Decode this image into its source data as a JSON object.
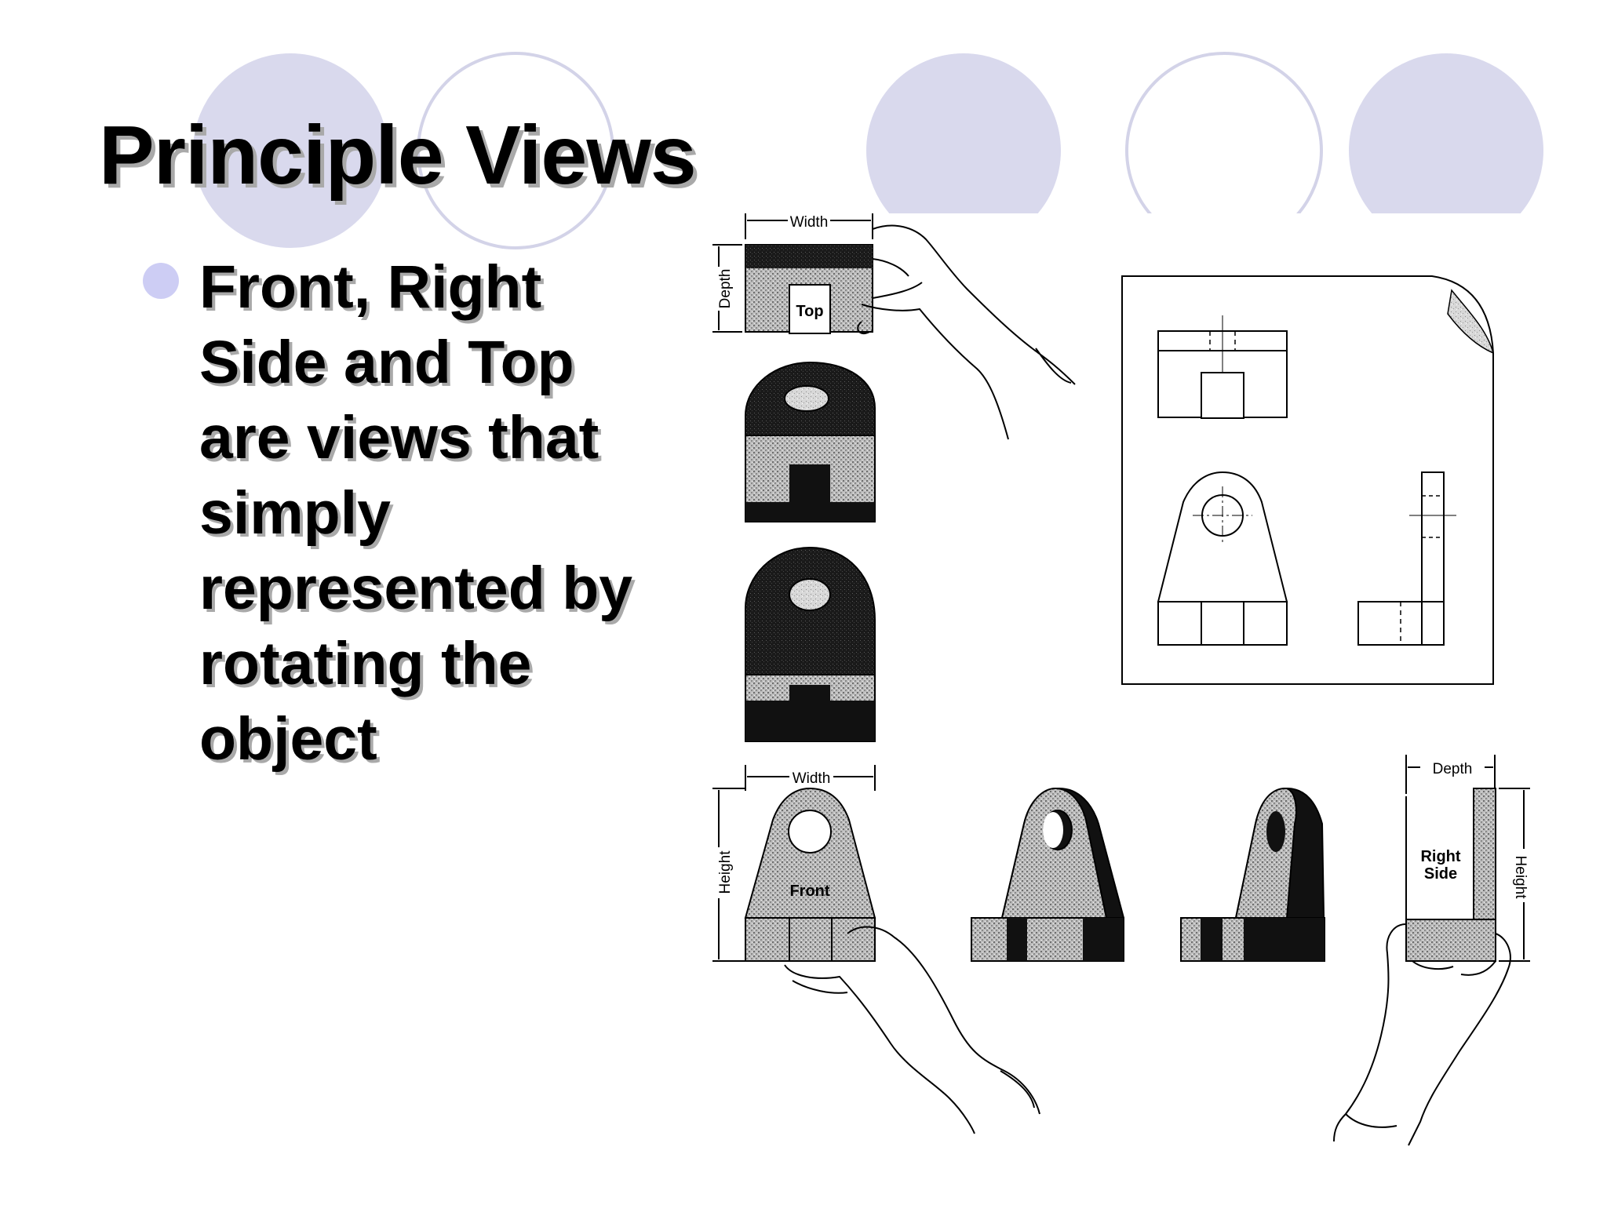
{
  "slide": {
    "title": "Principle Views",
    "bullet_lines": [
      "Front, Right",
      "Side and Top",
      "are views that",
      "simply",
      "represented by",
      "rotating the",
      "object"
    ]
  },
  "figure": {
    "labels": {
      "top_width": "Width",
      "top_depth": "Depth",
      "top_view": "Top",
      "front_width": "Width",
      "front_height": "Height",
      "front_view": "Front",
      "side_depth": "Depth",
      "side_height": "Height",
      "side_view_line1": "Right",
      "side_view_line2": "Side"
    }
  },
  "theme": {
    "circle_color": "#d9d9ed",
    "circle_outline": "#d3d3e8",
    "bullet_color": "#cdcdf4",
    "title_shadow": "#a9a9a9"
  }
}
